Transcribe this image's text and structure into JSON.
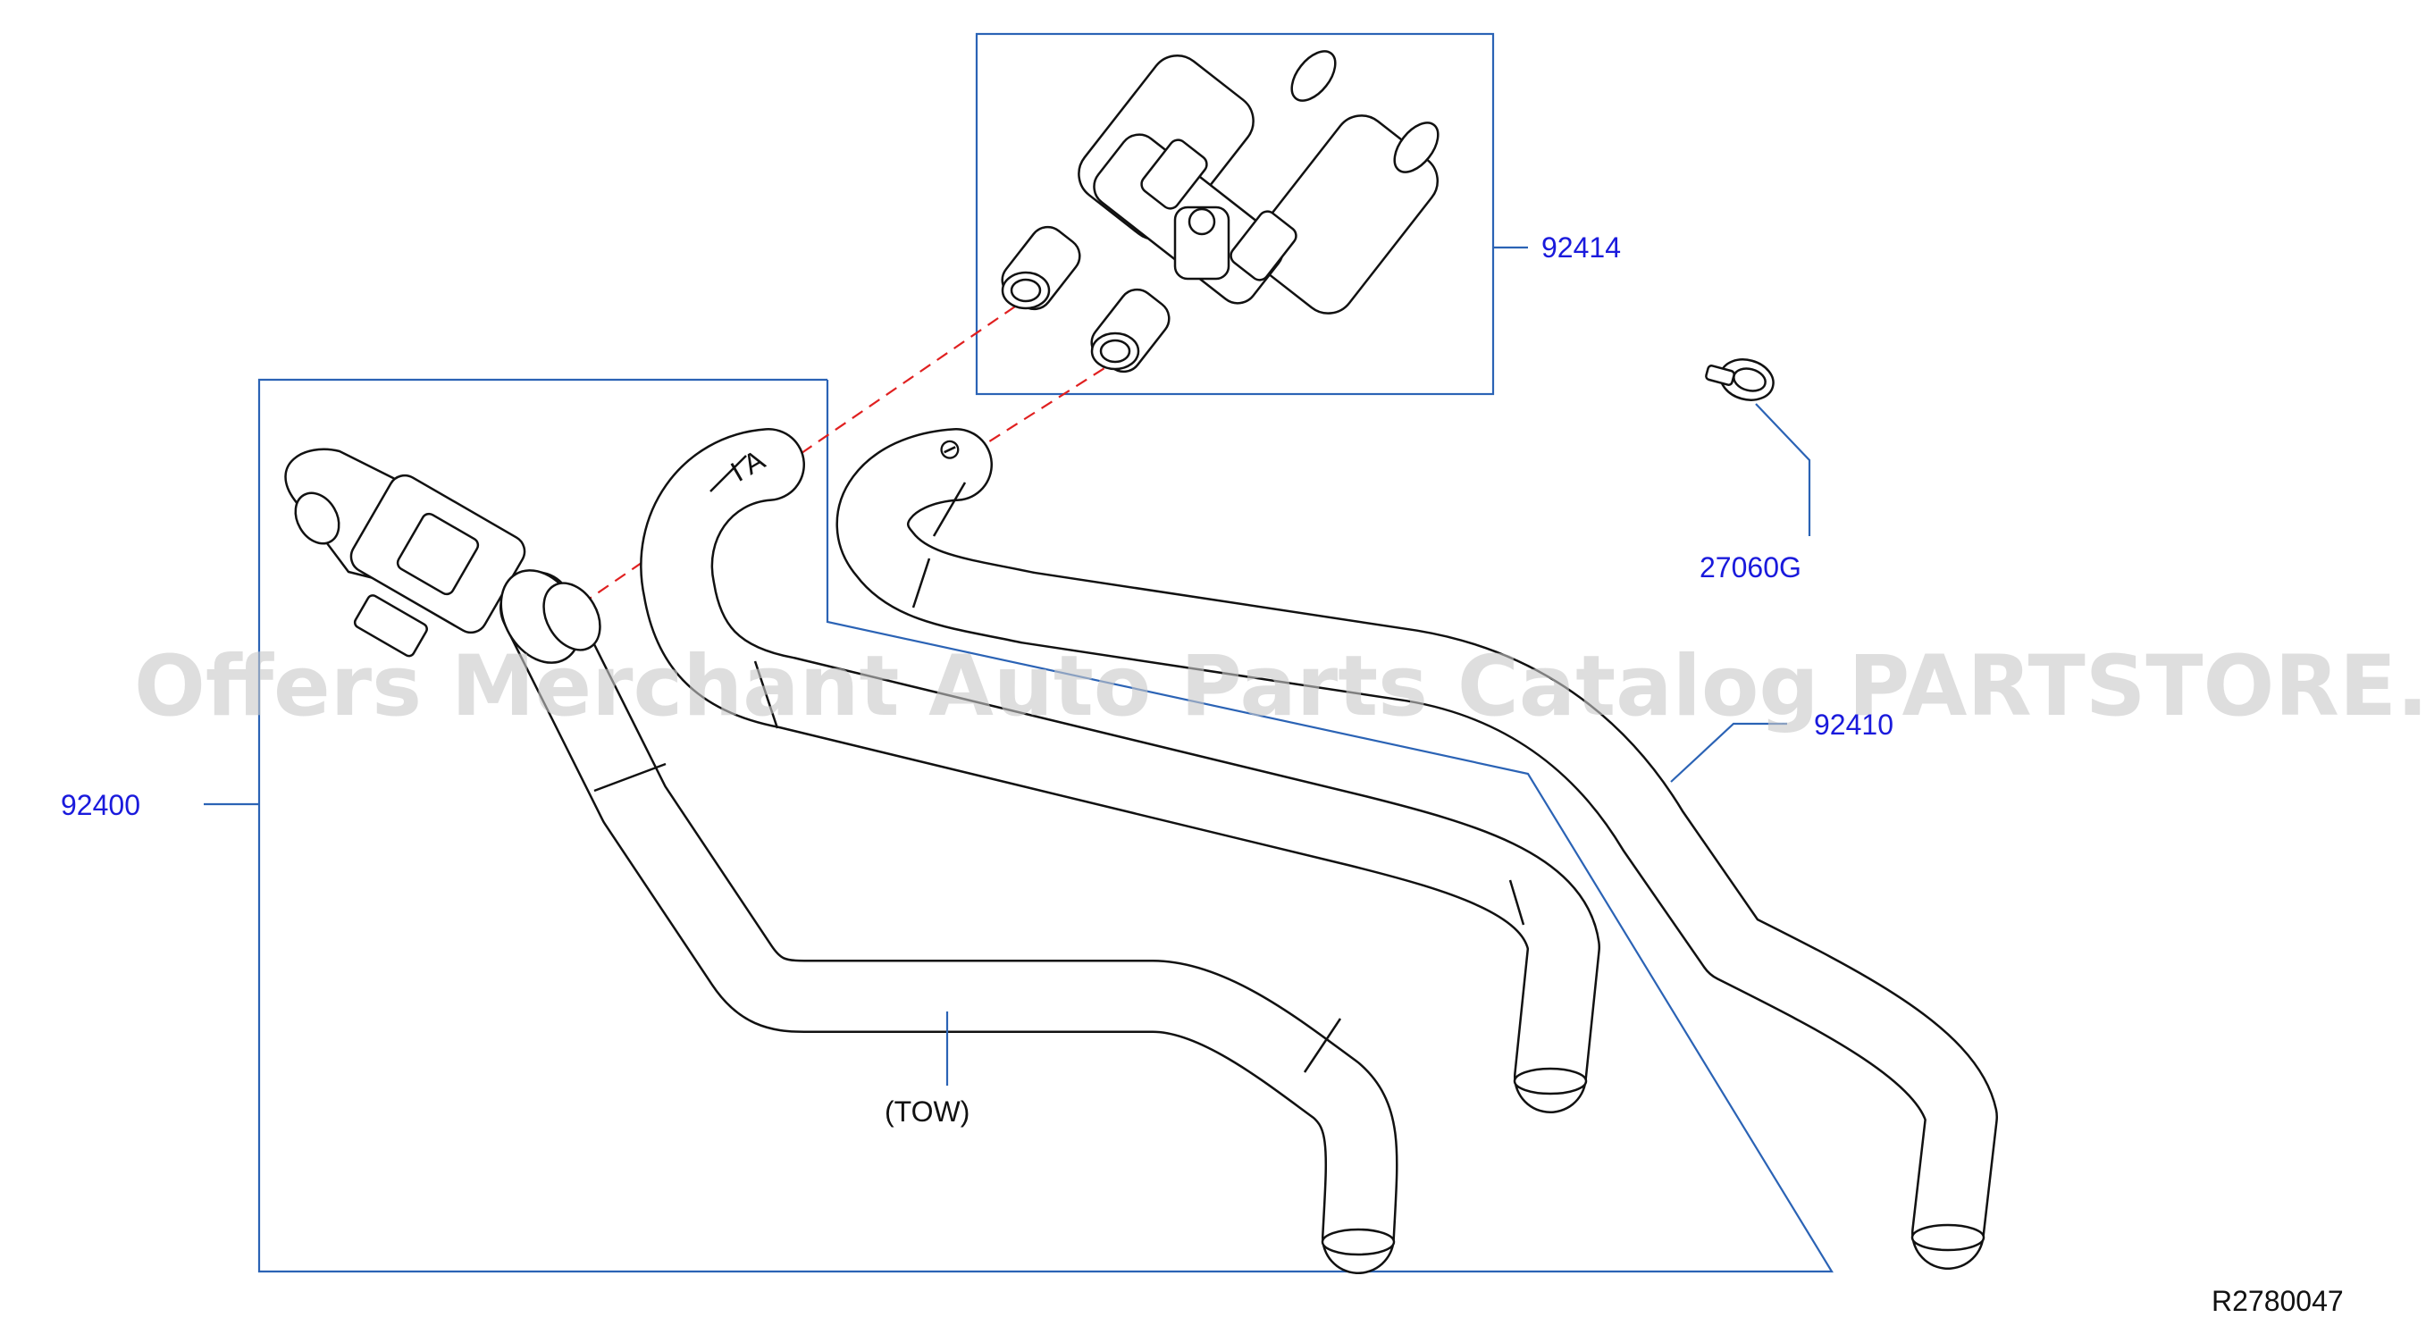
{
  "labels": {
    "p92414": "92414",
    "p27060G": "27060G",
    "p92410": "92410",
    "p92400": "92400",
    "tow": "(TOW)",
    "ref": "R2780047"
  },
  "watermark": "Offers Merchant Auto Parts Catalog PARTSTORE.SA",
  "colors": {
    "label": "#1a1adc",
    "callout": "#2b63b5",
    "dashed": "#e02020",
    "line": "#111111"
  }
}
